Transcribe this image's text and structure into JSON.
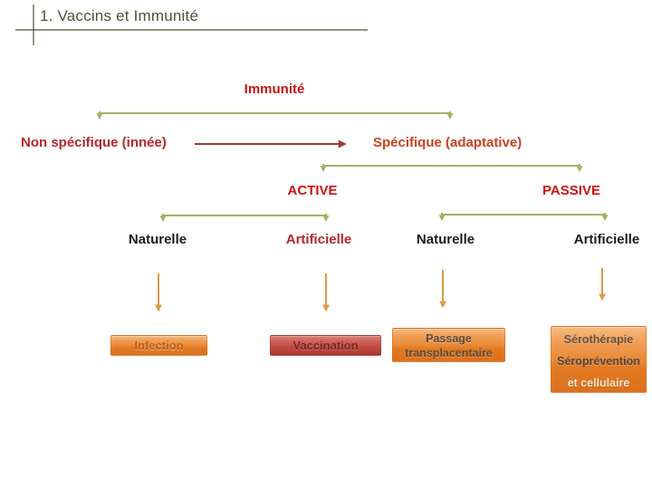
{
  "title": "1. Vaccins et Immunité",
  "tree": {
    "root": "Immunité",
    "branch_left": "Non spécifique (innée)",
    "branch_right": "Spécifique (adaptative)",
    "active": "ACTIVE",
    "passive": "PASSIVE",
    "active_children": {
      "naturelle": "Naturelle",
      "artificielle": "Artificielle"
    },
    "passive_children": {
      "naturelle": "Naturelle",
      "artificielle": "Artificielle"
    }
  },
  "boxes": {
    "infection": "Infection",
    "vaccination": "Vaccination",
    "passage": {
      "line1": "Passage",
      "line2": "transplacentaire"
    },
    "serotherapie": {
      "line1": "Sérothérapie",
      "line2": "Séroprévention",
      "line3": "et cellulaire"
    }
  },
  "colors": {
    "title_olive": "#4e5038",
    "connector_green": "#a6af62",
    "root_red": "#c41414",
    "branch_left_crimson": "#b8262b",
    "branch_right_orange_red": "#c9411f",
    "active_passive_red": "#ce1212",
    "horizontal_arrow_maroon": "#9e3b36",
    "vertical_arrow_orange": "#dc9a4a",
    "box_orange_top": "#f3ae6a",
    "box_orange_bottom": "#dc7120",
    "box_red_top": "#d47f76",
    "box_red_bottom": "#a93a32"
  }
}
